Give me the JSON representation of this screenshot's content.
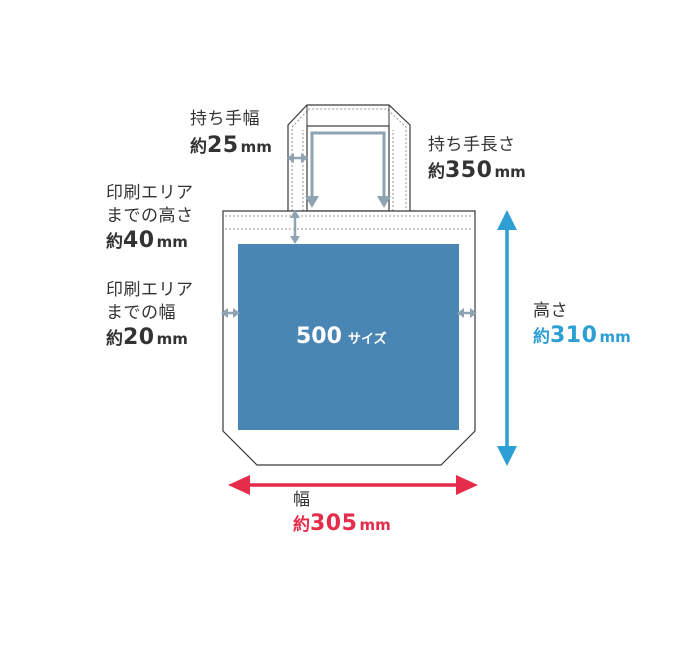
{
  "handle_width": {
    "label": "持ち手幅",
    "prefix": "約",
    "value": "25",
    "unit": "mm"
  },
  "handle_length": {
    "label": "持ち手長さ",
    "prefix": "約",
    "value": "350",
    "unit": "mm"
  },
  "print_top_margin": {
    "line1": "印刷エリア",
    "line2": "までの高さ",
    "prefix": "約",
    "value": "40",
    "unit": "mm"
  },
  "print_side_margin": {
    "line1": "印刷エリア",
    "line2": "までの幅",
    "prefix": "約",
    "value": "20",
    "unit": "mm"
  },
  "height": {
    "label": "高さ",
    "prefix": "約",
    "value": "310",
    "unit": "mm"
  },
  "width": {
    "label": "幅",
    "prefix": "約",
    "value": "305",
    "unit": "mm"
  },
  "print_area": {
    "size": "500",
    "label": "サイズ"
  },
  "colors": {
    "print_area": "#4a86b4",
    "height_arrow": "#2e9fd5",
    "width_arrow": "#e52c4a",
    "guide_arrow": "#8fa4b2",
    "outline": "#3a3a3a"
  }
}
